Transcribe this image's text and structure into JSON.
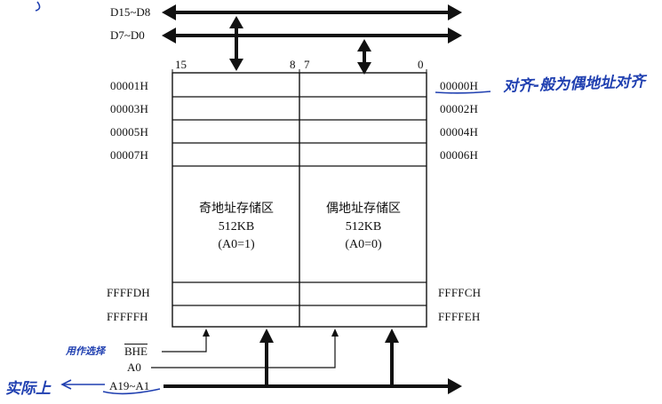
{
  "buses": {
    "high": "D15~D8",
    "low": "D7~D0",
    "addr": "A19~A1",
    "a0": "A0",
    "bhe": "BHE"
  },
  "bits": {
    "b15": "15",
    "b8": "8",
    "b7": "7",
    "b0": "0"
  },
  "odd_addresses": [
    "00001H",
    "00003H",
    "00005H",
    "00007H",
    "FFFFDH",
    "FFFFFH"
  ],
  "even_addresses": [
    "00000H",
    "00002H",
    "00004H",
    "00006H",
    "FFFFCH",
    "FFFFEH"
  ],
  "odd_bank": {
    "name": "奇地址存储区",
    "size": "512KB",
    "cond": "(A0=1)"
  },
  "even_bank": {
    "name": "偶地址存储区",
    "size": "512KB",
    "cond": "(A0=0)"
  },
  "annotations": {
    "align_note": "对齐-般为偶地址对齐",
    "bhe_note": "用作选择",
    "actual_note": "实际上"
  }
}
